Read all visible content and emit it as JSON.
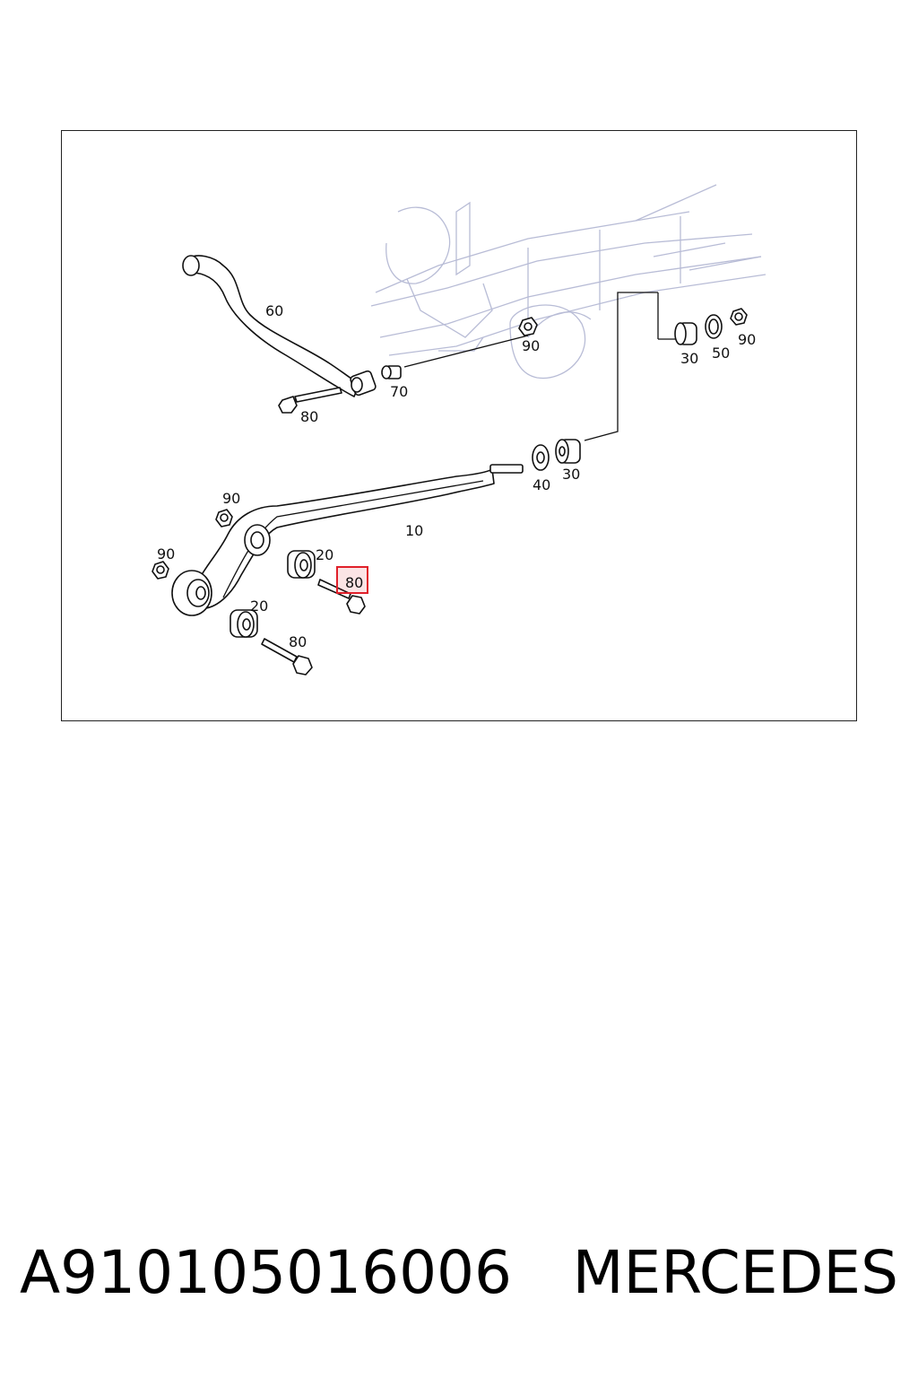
{
  "diagram": {
    "callouts": [
      {
        "id": "c60",
        "text": "60"
      },
      {
        "id": "c70",
        "text": "70"
      },
      {
        "id": "c80a",
        "text": "80"
      },
      {
        "id": "c90a",
        "text": "90"
      },
      {
        "id": "c30a",
        "text": "30"
      },
      {
        "id": "c50",
        "text": "50"
      },
      {
        "id": "c90b",
        "text": "90"
      },
      {
        "id": "c40",
        "text": "40"
      },
      {
        "id": "c30b",
        "text": "30"
      },
      {
        "id": "c10",
        "text": "10"
      },
      {
        "id": "c90c",
        "text": "90"
      },
      {
        "id": "c90d",
        "text": "90"
      },
      {
        "id": "c20a",
        "text": "20"
      },
      {
        "id": "c80b",
        "text": "80"
      },
      {
        "id": "c20b",
        "text": "20"
      },
      {
        "id": "c80c",
        "text": "80"
      }
    ],
    "highlighted_callout": "80",
    "highlight_color": "#e0202a"
  },
  "caption": {
    "part_number": "A910105016006",
    "brand": "MERCEDES"
  }
}
